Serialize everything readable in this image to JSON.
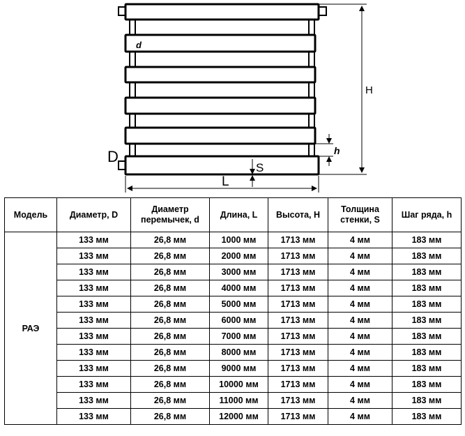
{
  "drawing": {
    "labels": {
      "d": "d",
      "D": "D",
      "S": "S",
      "L": "L",
      "H": "H",
      "h": "h"
    }
  },
  "table": {
    "headers": [
      "Модель",
      "Диаметр, D",
      "Диаметр перемычек, d",
      "Длина, L",
      "Высота, H",
      "Толщина стенки, S",
      "Шаг ряда, h"
    ],
    "model": "РАЭ",
    "rows": [
      [
        "133 мм",
        "26,8 мм",
        "1000 мм",
        "1713 мм",
        "4 мм",
        "183 мм"
      ],
      [
        "133 мм",
        "26,8 мм",
        "2000 мм",
        "1713 мм",
        "4 мм",
        "183 мм"
      ],
      [
        "133 мм",
        "26,8 мм",
        "3000 мм",
        "1713 мм",
        "4 мм",
        "183 мм"
      ],
      [
        "133 мм",
        "26,8 мм",
        "4000 мм",
        "1713 мм",
        "4 мм",
        "183 мм"
      ],
      [
        "133 мм",
        "26,8 мм",
        "5000 мм",
        "1713 мм",
        "4 мм",
        "183 мм"
      ],
      [
        "133 мм",
        "26,8 мм",
        "6000 мм",
        "1713 мм",
        "4 мм",
        "183 мм"
      ],
      [
        "133 мм",
        "26,8 мм",
        "7000 мм",
        "1713 мм",
        "4 мм",
        "183 мм"
      ],
      [
        "133 мм",
        "26,8 мм",
        "8000 мм",
        "1713 мм",
        "4 мм",
        "183 мм"
      ],
      [
        "133 мм",
        "26,8 мм",
        "9000 мм",
        "1713 мм",
        "4 мм",
        "183 мм"
      ],
      [
        "133 мм",
        "26,8 мм",
        "10000 мм",
        "1713 мм",
        "4 мм",
        "183 мм"
      ],
      [
        "133 мм",
        "26,8 мм",
        "11000 мм",
        "1713 мм",
        "4 мм",
        "183 мм"
      ],
      [
        "133 мм",
        "26,8 мм",
        "12000 мм",
        "1713 мм",
        "4 мм",
        "183 мм"
      ]
    ]
  }
}
